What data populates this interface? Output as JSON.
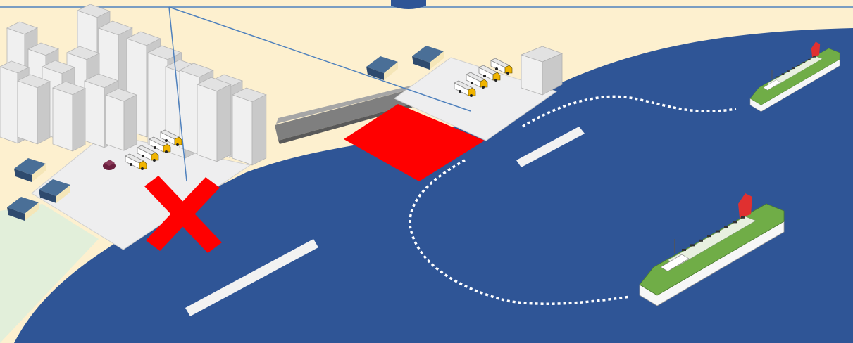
{
  "scene": {
    "description_free": true,
    "colors": {
      "land": "#fdf0cf",
      "water": "#2f5596",
      "pier": "#eeeeef",
      "road": "#7f7f7f",
      "building_front": "#f0f0f0",
      "building_side": "#c9c9c9",
      "building_top": "#e2e2e2",
      "roof_dark": "#2e4a6e",
      "roof_light": "#4a6f97",
      "red_mark": "#ff0000",
      "ship_green": "#70ad47",
      "ship_funnel": "#e03030",
      "ship_hull_bottom": "#f4a460",
      "route_line": "#ffffff",
      "leader_line": "#4f81bd",
      "truck_cab": "#f0b400",
      "car": "#6b1f3e"
    },
    "symbols": {
      "closed_terminal_mark": "x-mark",
      "new_terminal_mark": "filled-red-diamond",
      "ferry_icon": "ferry-icon",
      "truck_icon": "truck-icon",
      "car_icon": "car-icon",
      "house_icon": "house-icon",
      "building_icon": "building-icon"
    },
    "ferries": 2,
    "trucks_old_pier": 4,
    "trucks_new_pier": 4,
    "cars_old_pier": 1
  }
}
